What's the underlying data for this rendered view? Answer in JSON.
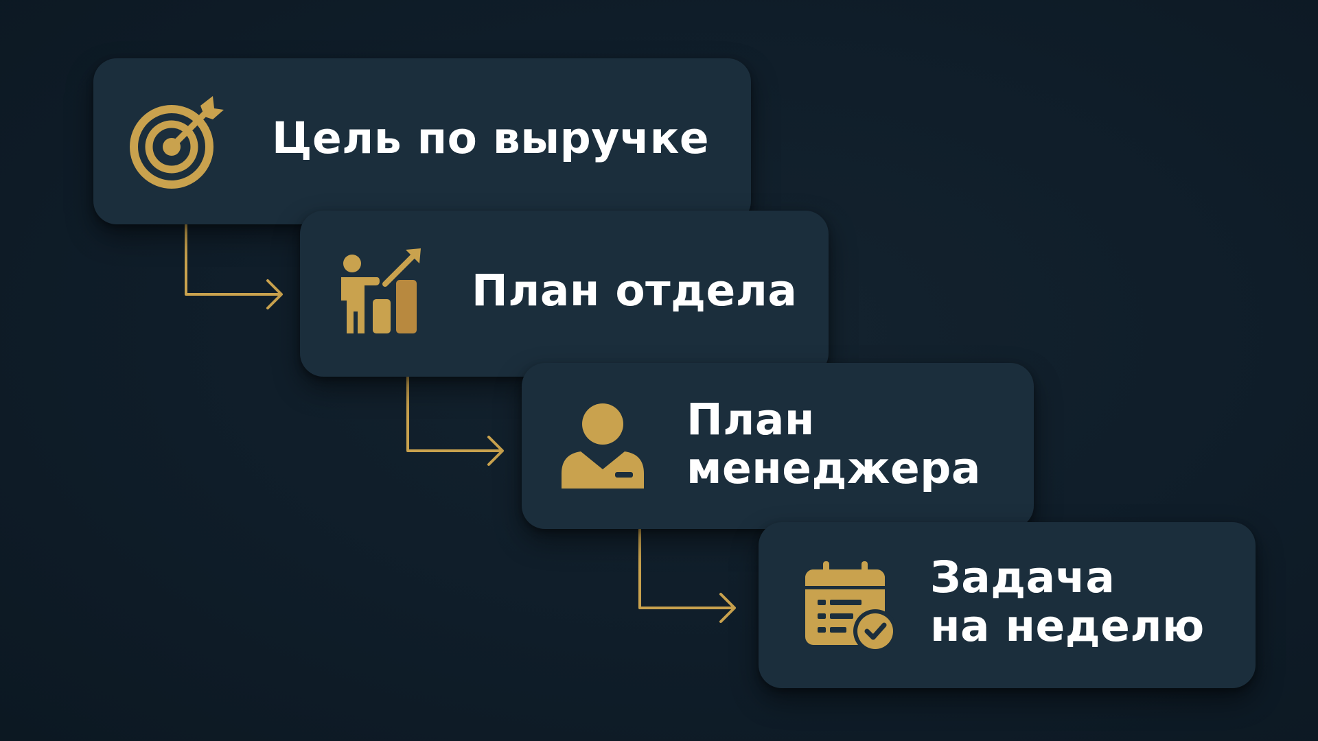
{
  "diagram": {
    "steps": [
      {
        "icon": "target-icon",
        "lines": [
          "Цель по выручке"
        ]
      },
      {
        "icon": "growth-chart-person-icon",
        "lines": [
          "План отдела"
        ]
      },
      {
        "icon": "manager-person-icon",
        "lines": [
          "План",
          "менеджера"
        ]
      },
      {
        "icon": "calendar-check-icon",
        "lines": [
          "Задача",
          "на неделю"
        ]
      }
    ]
  },
  "colors": {
    "background": "#0f1d29",
    "card": "#1b2e3c",
    "accent_gold": "#c9a24e",
    "text": "#ffffff"
  }
}
